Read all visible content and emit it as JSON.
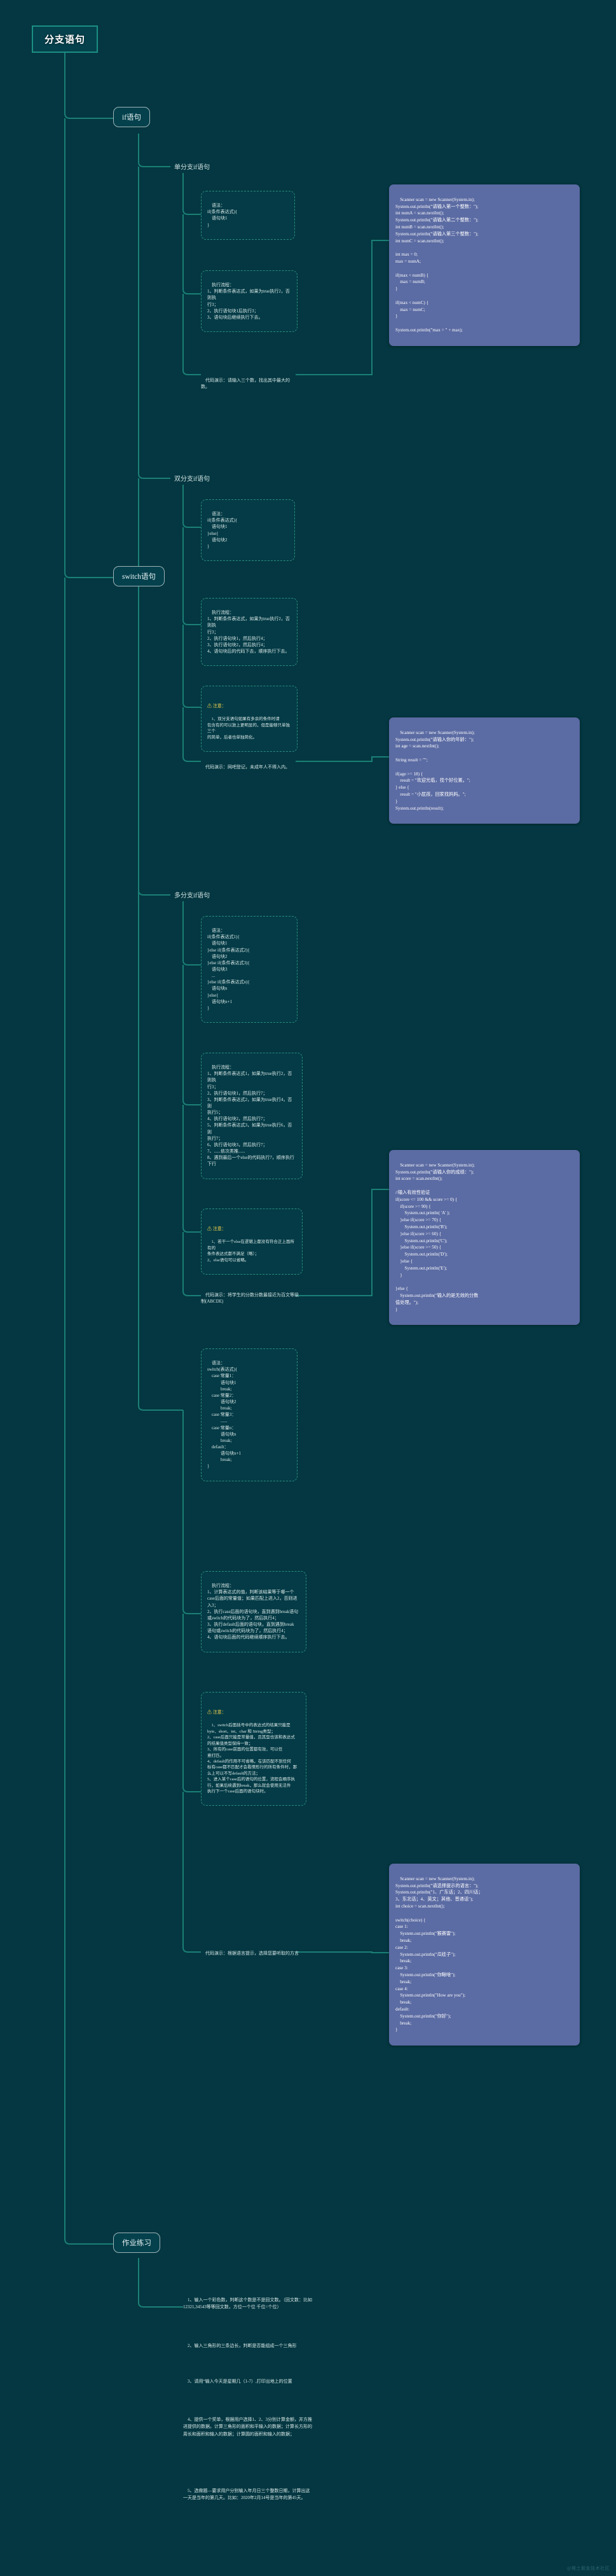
{
  "meta": {
    "root_title": "分支语句",
    "watermark": "@稀土掘金技术社区",
    "colors": {
      "background": "#043741",
      "root_border": "#1d8f83",
      "topic_border": "#9fb3b6",
      "dashed_border": "#2a8d7f",
      "code_panel": "#5b6ba3",
      "warn_yellow": "#ffd84d"
    }
  },
  "branches": {
    "if": {
      "label": "if语句",
      "single": {
        "label": "单分支if语句",
        "syntax": "语法：\nif(条件表达式){\n    语句块1\n}",
        "flow": "执行流程：\n1、判断条件表达式，如果为true执行2，否则执\n行3；\n2、执行语句块1后执行3；\n3、语句块后继续执行下去。",
        "demo": "代码演示：请输入三个数，找出其中最大的数。",
        "code": "Scanner scan = new Scanner(System.in);\nSystem.out.println(\"请输入第一个整数：\");\nint numA = scan.nextInt();\nSystem.out.println(\"请输入第二个整数：\");\nint numB = scan.nextInt();\nSystem.out.println(\"请输入第三个整数：\");\nint numC = scan.nextInt();\n\nint max = 0;\nmax = numA;\n\nif(max < numB) {\n    max = numB;\n}\n\nif(max < numC) {\n    max = numC;\n}\n\nSystem.out.println(\"max = \" + max);"
      },
      "double": {
        "label": "双分支if语句",
        "syntax": "语法：\nif(条件表达式){\n    语句块1\n}else{\n    语句块2\n}",
        "flow": "执行流程：\n1、判断条件表达式，如果为true执行2，否则执\n行3；\n2、执行语句块1，然后执行4；\n3、执行语句块2，然后执行4；\n4、语句块后的代码下去，顺序执行下去。",
        "warn_title": "⚠ 注意：",
        "warn_body": "1、双分支语句如果有多余的条件时请\n包含有的可以放上更明显的，但是能够只单独三个\n的简单，后者也单独简化。",
        "demo": "代码演示：网吧登记，未成年人不得入内。",
        "code": "Scanner scan = new Scanner(System.in);\nSystem.out.println(\"请输入你的年龄：\");\nint age = scan.nextInt();\n\nString result = \"\";\n\nif(age >= 18) {\n    result = \"欢迎光临，找个好位置。\";\n} else {\n    result = \"小屁孩，回家找妈妈。\";\n}\nSystem.out.println(result);"
      },
      "multi": {
        "label": "多分支if语句",
        "syntax": "语法：\nif(条件表达式1){\n    语句块1\n}else if(条件表达式2){\n    语句块2\n}else if(条件表达式3){\n    语句块3\n    ...\n}else if(条件表达式n){\n    语句块n\n}else{\n    语句块n+1\n}",
        "flow": "执行流程：\n1、判断条件表达式1，如果为true执行2，否则执\n行3；\n2、执行语句块1，然后执行7；\n3、判断条件表达式2，如果为true执行4，否则\n执行5；\n4、执行语句块2，然后执行7；\n5、判断条件表达式3，如果为true执行6，否则\n执行7；\n6、执行语句块3，然后执行7；\n7、......依次类推......\n8、遇到最后一个else的代码执行7，顺序执行下行",
        "warn_title": "⚠ 注意：",
        "warn_body": "1、若干一个else在逻辑上都没有符合正上面所有的\n条件表达式都不满足（略）；\n2、else语句可以省略。",
        "demo": "代码演示：将学生的分数分数最接近为百文等级制(ABCDE)",
        "code": "Scanner scan = new Scanner(System.in);\nSystem.out.println(\"请输入你的成绩：\");\nint score = scan.nextInt();\n\n//输入有效性验证\nif(score <= 100 && score >= 0) {\n    if(score >= 90) {\n        System.out.println( 'A' );\n    }else if(score >= 70) {\n        System.out.println('B');\n    }else if(score >= 60) {\n        System.out.println('C');\n    }else if(score >= 50) {\n        System.out.println('D');\n    }else {\n        System.out.println('E');\n    }\n\n}else {\n    System.out.println(\"输入的是无效的分数\n值处理。\");\n}"
      }
    },
    "switch": {
      "label": "switch语句",
      "syntax": "语法：\nswitch(表达式){\n    case 常量1：\n            语句块1\n            break;\n    case 常量2：\n            语句块2\n            break;\n    case 常量3：\n            ......\n    case 常量n：\n            语句块n\n            break;\n    default：\n            语句块n+1\n            break;\n}",
      "flow": "执行流程：\n1、计算表达式的值，判断该结果等于哪一个\ncase后面的常量值；如果匹配上进入2，否则进\n入3；\n2、执行case后面的语句块，直到遇到break语句\n或switch的代码块为了，然后执行4；\n3、执行default后面的语句块，直到遇到break\n语句或switch的代码块为了，然后执行4；\n4、语句块后面的代码继续顺序执行下去。",
      "warn_title": "⚠ 注意：",
      "warn_body": "1、switch后面括号中的表达式的结果只能是\nbyte、short、int、char 和 String类型；\n2、case后面只能是常量值，且其型也该和表达式\n的结果值类型保持一致；\n3、所有的case前面的位置都有效，可以任\n意打匹。\n4、default的作用不可省略，在该匹配不到任何\n标有case都不匹配才会看情形行的所有条件时，那\n么上可以不写default的方法；\n5、进入某个case后的语句的位置，流程会顺序执\n行，如果后续遇到break，那么就会使用无法件\n执行下一个case后面的语句块时。",
      "demo": "代码演示：根据语言提示，选择您要听取的方言",
      "code": "Scanner scan = new Scanner(System.in);\nSystem.out.println(\"请选择提示的语言：\");\nSystem.out.println(\"1、广东话；2、四川话；\n3、东北话；4、英文；其他、普通话\");\nint choice = scan.nextInt();\n\nswitch(choice) {\ncase 1:\n    System.out.println(\"猴赛雷\");\n    break;\ncase 2:\n    System.out.println(\"瓜娃子\");\n    break;\ncase 3:\n    System.out.println(\"你瞅啥\");\n    break;\ncase 4:\n    System.out.println(\"How are you\");\n    break;\ndefault:\n    System.out.println(\"你好\");\n    break;\n}"
    },
    "homework": {
      "label": "作业练习",
      "items": [
        "1、输入一个彩色数，判断这个数是不是回文数。（回文数：比如 12321,34543等等回文数，方位一个位 千位=个位）",
        "2、输入三角形的三条边长，判断是否能组成一个三角形",
        "3、请用“输入今天是星期几（1-7）,打印出地上的位置",
        "4、提供一个奖单，根据用户选择1、2、3分别计算金额，并方推进提供的数据。计算三角形的面积和平输入的数据；计算长方形的周长和面积和输入的数据；计算圆的面积和输入的数据；",
        "5、选做题—要求用户分别输入年月日三个整数日期，计算出这一天是当年的第几天。比如：2020年2月14号是当年的第45天。"
      ]
    }
  }
}
